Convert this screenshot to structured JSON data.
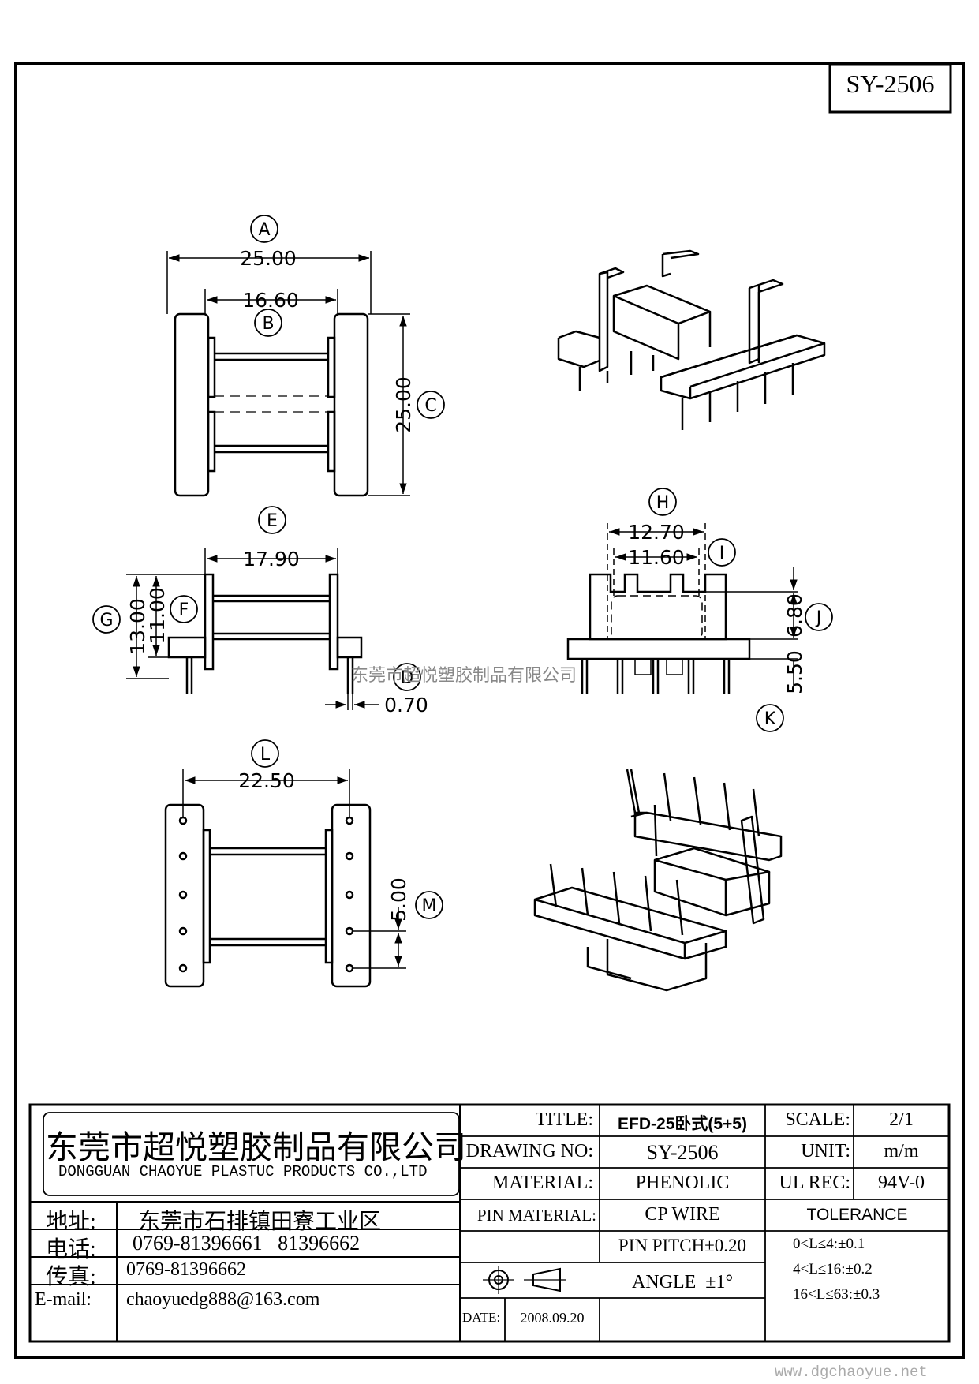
{
  "drawing_code": "SY-2506",
  "dimensions": {
    "A": {
      "letter": "A",
      "value": "25.00"
    },
    "B": {
      "letter": "B",
      "value": "16.60"
    },
    "C": {
      "letter": "C",
      "value": "25.00"
    },
    "E": {
      "letter": "E",
      "value": "17.90"
    },
    "F": {
      "letter": "F",
      "value": "11.00"
    },
    "G": {
      "letter": "G",
      "value": "13.00"
    },
    "D": {
      "letter": "D",
      "value": "0.70"
    },
    "H": {
      "letter": "H",
      "value": "12.70"
    },
    "I": {
      "letter": "I",
      "value": "11.60"
    },
    "J": {
      "letter": "J",
      "value": "6.80"
    },
    "K": {
      "letter": "K",
      "value": "5.50"
    },
    "L": {
      "letter": "L",
      "value": "22.50"
    },
    "M": {
      "letter": "M",
      "value": "5.00"
    }
  },
  "watermark": "东莞市超悦塑胶制品有限公司",
  "company": {
    "name_cn": "东莞市超悦塑胶制品有限公司",
    "name_en": "DONGGUAN CHAOYUE PLASTUC PRODUCTS CO.,LTD"
  },
  "contact": {
    "address_label": "地址:",
    "address": "东莞市石排镇田寮工业区",
    "phone_label": "电话:",
    "phone": "0769-81396661   81396662",
    "fax_label": "传真:",
    "fax": "0769-81396662",
    "email_label": "E-mail:",
    "email": "chaoyuedg888@163.com"
  },
  "spec": {
    "title_label": "TITLE:",
    "title": "EFD-25卧式(5+5)",
    "drawing_no_label": "DRAWING NO:",
    "drawing_no": "SY-2506",
    "material_label": "MATERIAL:",
    "material": "PHENOLIC",
    "pin_material_label": "PIN MATERIAL:",
    "pin_material": "CP WIRE",
    "pin_pitch": "PIN PITCH±0.20",
    "date_label": "DATE:",
    "date": "2008.09.20",
    "angle": "ANGLE  ±1°",
    "scale_label": "SCALE:",
    "scale": "2/1",
    "unit_label": "UNIT:",
    "unit": "m/m",
    "ul_label": "UL REC:",
    "ul": "94V-0",
    "tolerance_label": "TOLERANCE",
    "tolerance_1": "0<L≤4:±0.1",
    "tolerance_2": "4<L≤16:±0.2",
    "tolerance_3": "16<L≤63:±0.3"
  },
  "website": "www.dgchaoyue.net"
}
